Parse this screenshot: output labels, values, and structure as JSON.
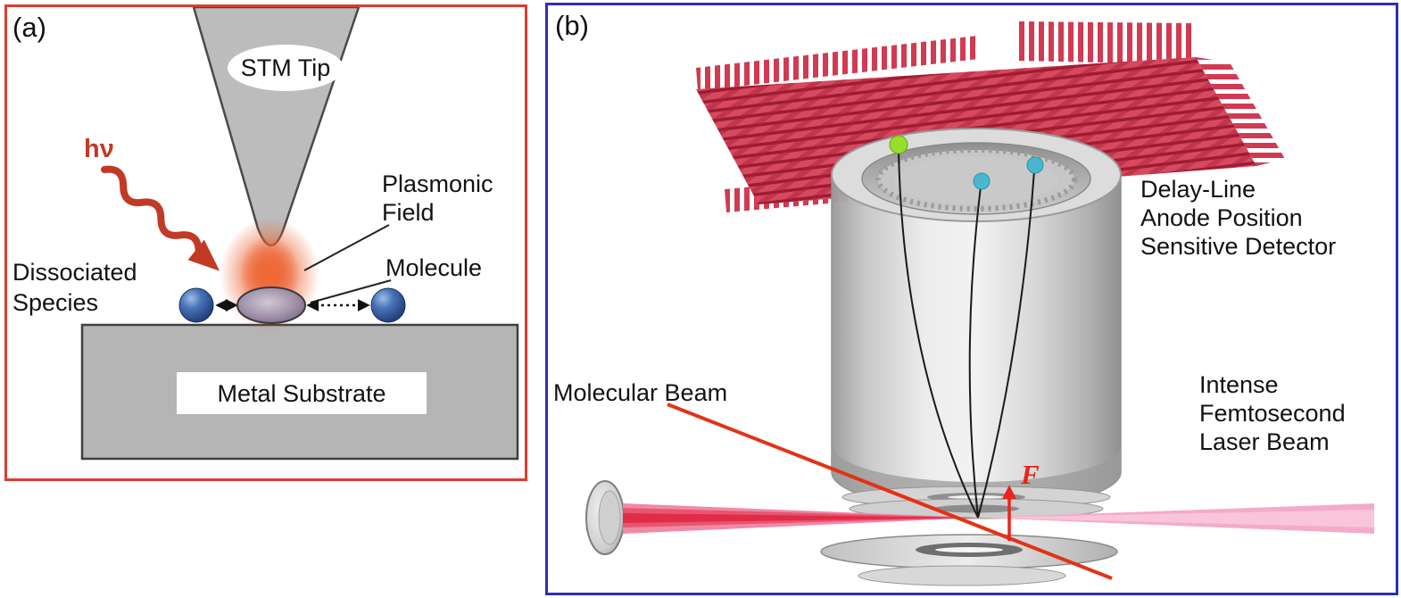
{
  "colors": {
    "panel_a_border": "#e03a2f",
    "panel_b_border": "#2e2eb8",
    "anode_red": "#d23a52",
    "laser_pink": "#f3a6c6",
    "laser_core_red": "#e02844",
    "molecular_beam_red": "#e23315",
    "photon_arrow_red": "#c23a26",
    "plasmon_glow_orange": "#ee6030",
    "sphere_blue": "#2f5da8",
    "molecule_purple": "#a393ab",
    "substrate_gray": "#b5b5b5",
    "detector_gray": "#d9d9d9",
    "dot_green": "#9ade2c",
    "dot_cyan": "#49b7cd",
    "field_arrow_red": "#e8251a"
  },
  "panel_a": {
    "label": "(a)",
    "stm_tip": "STM Tip",
    "photon": "hν",
    "plasmonic_field": [
      "Plasmonic",
      "Field"
    ],
    "molecule": "Molecule",
    "dissociated_species": [
      "Dissociated",
      "Species"
    ],
    "metal_substrate": "Metal Substrate"
  },
  "panel_b": {
    "label": "(b)",
    "detector_label": [
      "Delay-Line",
      "Anode Position",
      "Sensitive Detector"
    ],
    "molecular_beam": "Molecular Beam",
    "laser_label": [
      "Intense",
      "Femtosecond",
      "Laser Beam"
    ],
    "field_label": "F"
  }
}
